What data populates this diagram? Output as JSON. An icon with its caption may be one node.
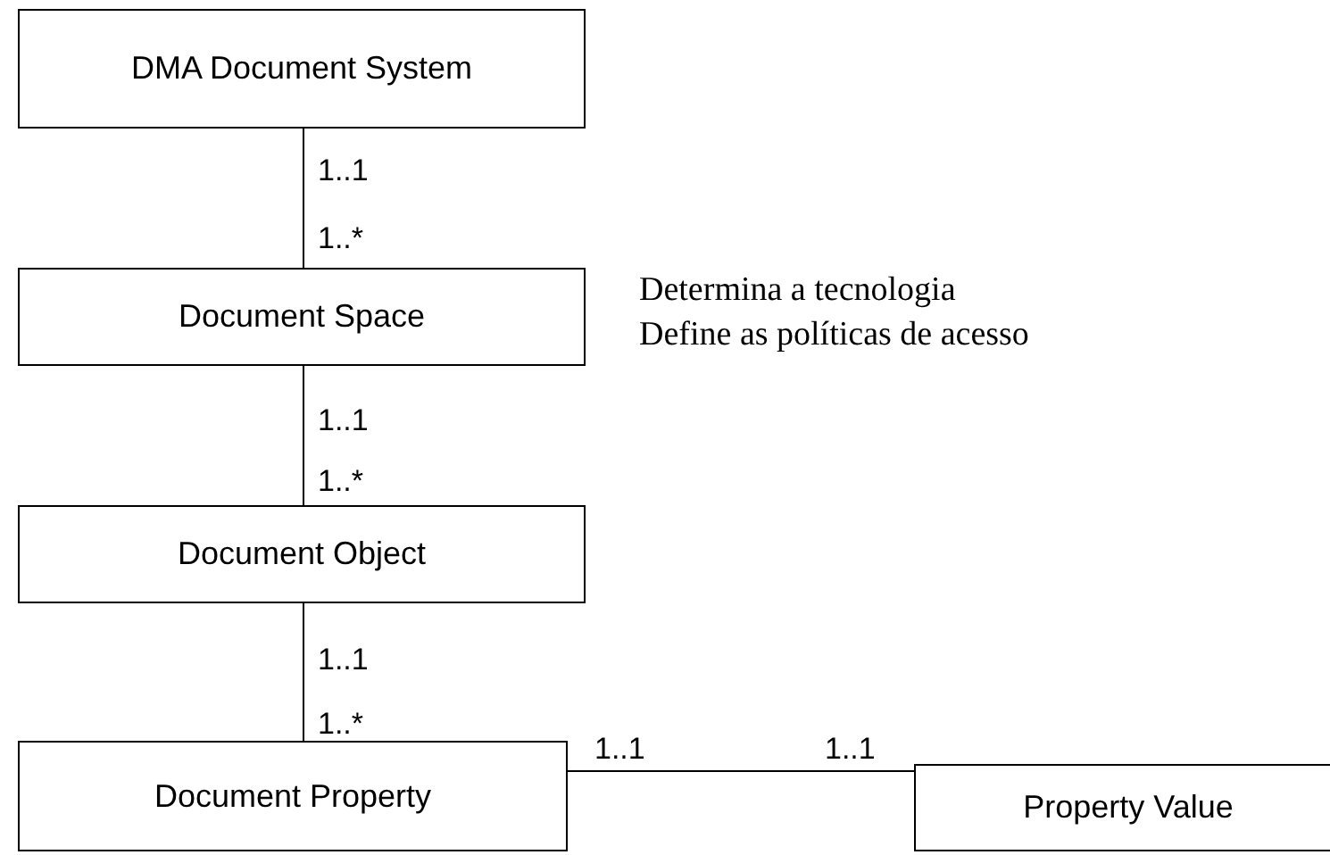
{
  "diagram": {
    "nodes": [
      {
        "text": [
          "DMA Document System"
        ]
      },
      {
        "text": [
          "Document Space"
        ],
        "beside": [
          "Determina a tecnologia",
          "Define as políticas de acesso"
        ]
      },
      {
        "text": [
          "Document Object"
        ]
      },
      {
        "text": [
          "Document Property"
        ]
      },
      {
        "text": [
          "Property Value"
        ]
      }
    ],
    "edges": [
      {
        "from": 0,
        "to": 1,
        "arrow": "none"
      },
      {
        "from": 1,
        "to": 2,
        "arrow": "none"
      },
      {
        "from": 2,
        "to": 3,
        "arrow": "none"
      },
      {
        "from": 3,
        "to": 4,
        "arrow": "none"
      }
    ],
    "labels": [
      "1..1",
      "1..*",
      "1..1",
      "1..*",
      "1..1",
      "1..*",
      "1..1",
      "1..1"
    ]
  }
}
